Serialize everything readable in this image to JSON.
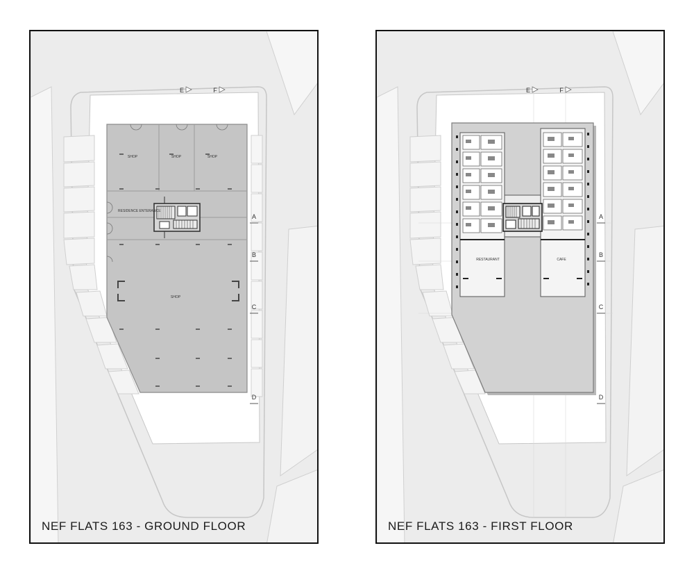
{
  "panels": [
    {
      "caption": "NEF FLATS 163 - GROUND FLOOR",
      "section_markers": [
        "E",
        "F"
      ],
      "grid_markers": [
        "A",
        "B",
        "C",
        "D"
      ],
      "room_labels": {
        "shop_1": "SHOP",
        "shop_2": "SHOP",
        "shop_3": "SHOP",
        "entrance": "RESIDENCE ENTERANCE",
        "shop_big": "SHOP"
      }
    },
    {
      "caption": "NEF FLATS 163 - FIRST FLOOR",
      "section_markers": [
        "E",
        "F"
      ],
      "grid_markers": [
        "A",
        "B",
        "C",
        "D"
      ],
      "room_labels": {
        "restaurant": "RESTAURANT",
        "cafe": "CAFE"
      }
    }
  ],
  "colors": {
    "site_ground": "#ebebeb",
    "site_outline": "#c9c9c9",
    "footprint_fill": "#c4c4c4",
    "plaza_fill": "#ffffff",
    "line_dark": "#333333"
  }
}
